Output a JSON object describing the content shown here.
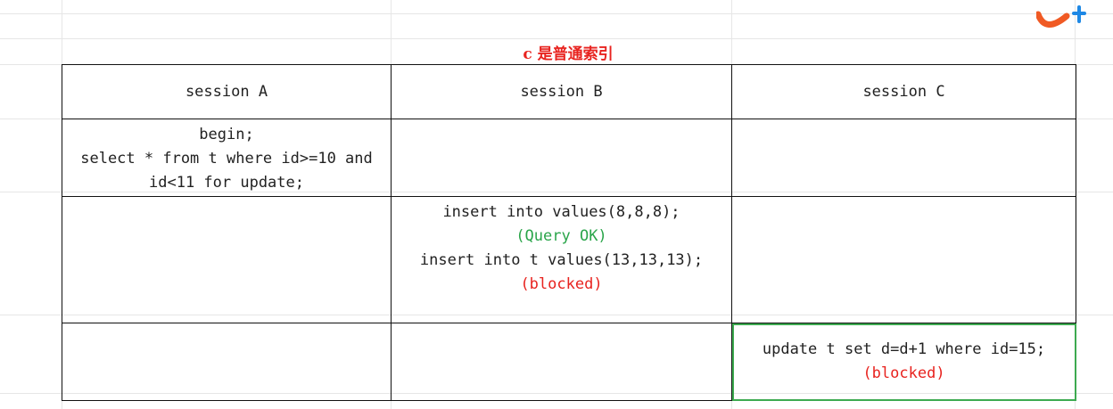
{
  "sheet": {
    "title": "c 是普通索引"
  },
  "table": {
    "headers": [
      "session A",
      "session B",
      "session C"
    ],
    "rows": [
      {
        "a": [
          "begin;",
          "select * from t where id>=10 and",
          "id<11 for update;"
        ],
        "b": [],
        "c": []
      },
      {
        "a": [],
        "b": [
          {
            "text": "insert into values(8,8,8);",
            "status": "normal"
          },
          {
            "text": "(Query OK)",
            "status": "ok"
          },
          {
            "text": "insert into t values(13,13,13);",
            "status": "normal"
          },
          {
            "text": "(blocked)",
            "status": "blocked"
          }
        ],
        "c": []
      },
      {
        "a": [],
        "b": [],
        "c": [
          {
            "text": "update t set d=d+1 where id=15;",
            "status": "normal"
          },
          {
            "text": "(blocked)",
            "status": "blocked"
          }
        ]
      }
    ]
  },
  "colors": {
    "title": "#e8231f",
    "ok": "#2aa54a",
    "blocked": "#e8231f",
    "selection": "#3daa50",
    "logo_orange": "#f05a24",
    "logo_blue": "#1e88e5"
  },
  "icons": {
    "logo": "app-logo-icon"
  }
}
